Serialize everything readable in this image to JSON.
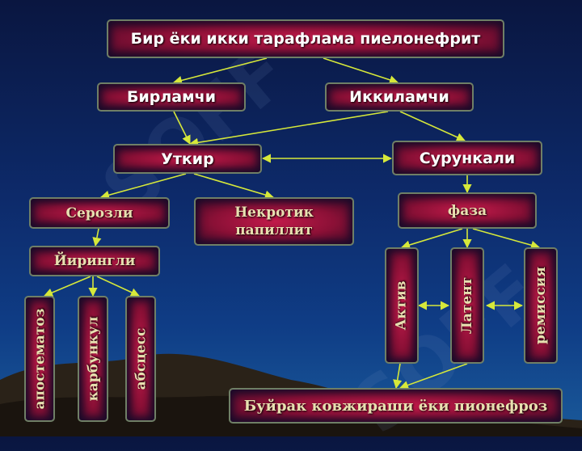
{
  "diagram": {
    "title": "Бир ёки икки тарафлама пиелонефрит",
    "primary": "Бирламчи",
    "secondary": "Иккиламчи",
    "acute": "Уткир",
    "chronic": "Сурункали",
    "serous": "Серозли",
    "necrotic": "Некротик папиллит",
    "purulent": "Йирингли",
    "phase": "фаза",
    "apostematoz": "апостематоз",
    "karbunkul": "карбункул",
    "abscess": "абсцесс",
    "active": "Актив",
    "latent": "Латент",
    "remission": "ремиссия",
    "outcome": "Буйрак ковжираши ёки пионефроз"
  },
  "colors": {
    "node_fill": "#c21a4a",
    "node_border": "#6f7f66",
    "arrow": "#d6e83a",
    "title_text": "#ffffff",
    "serif_text": "#e8e0b0"
  }
}
